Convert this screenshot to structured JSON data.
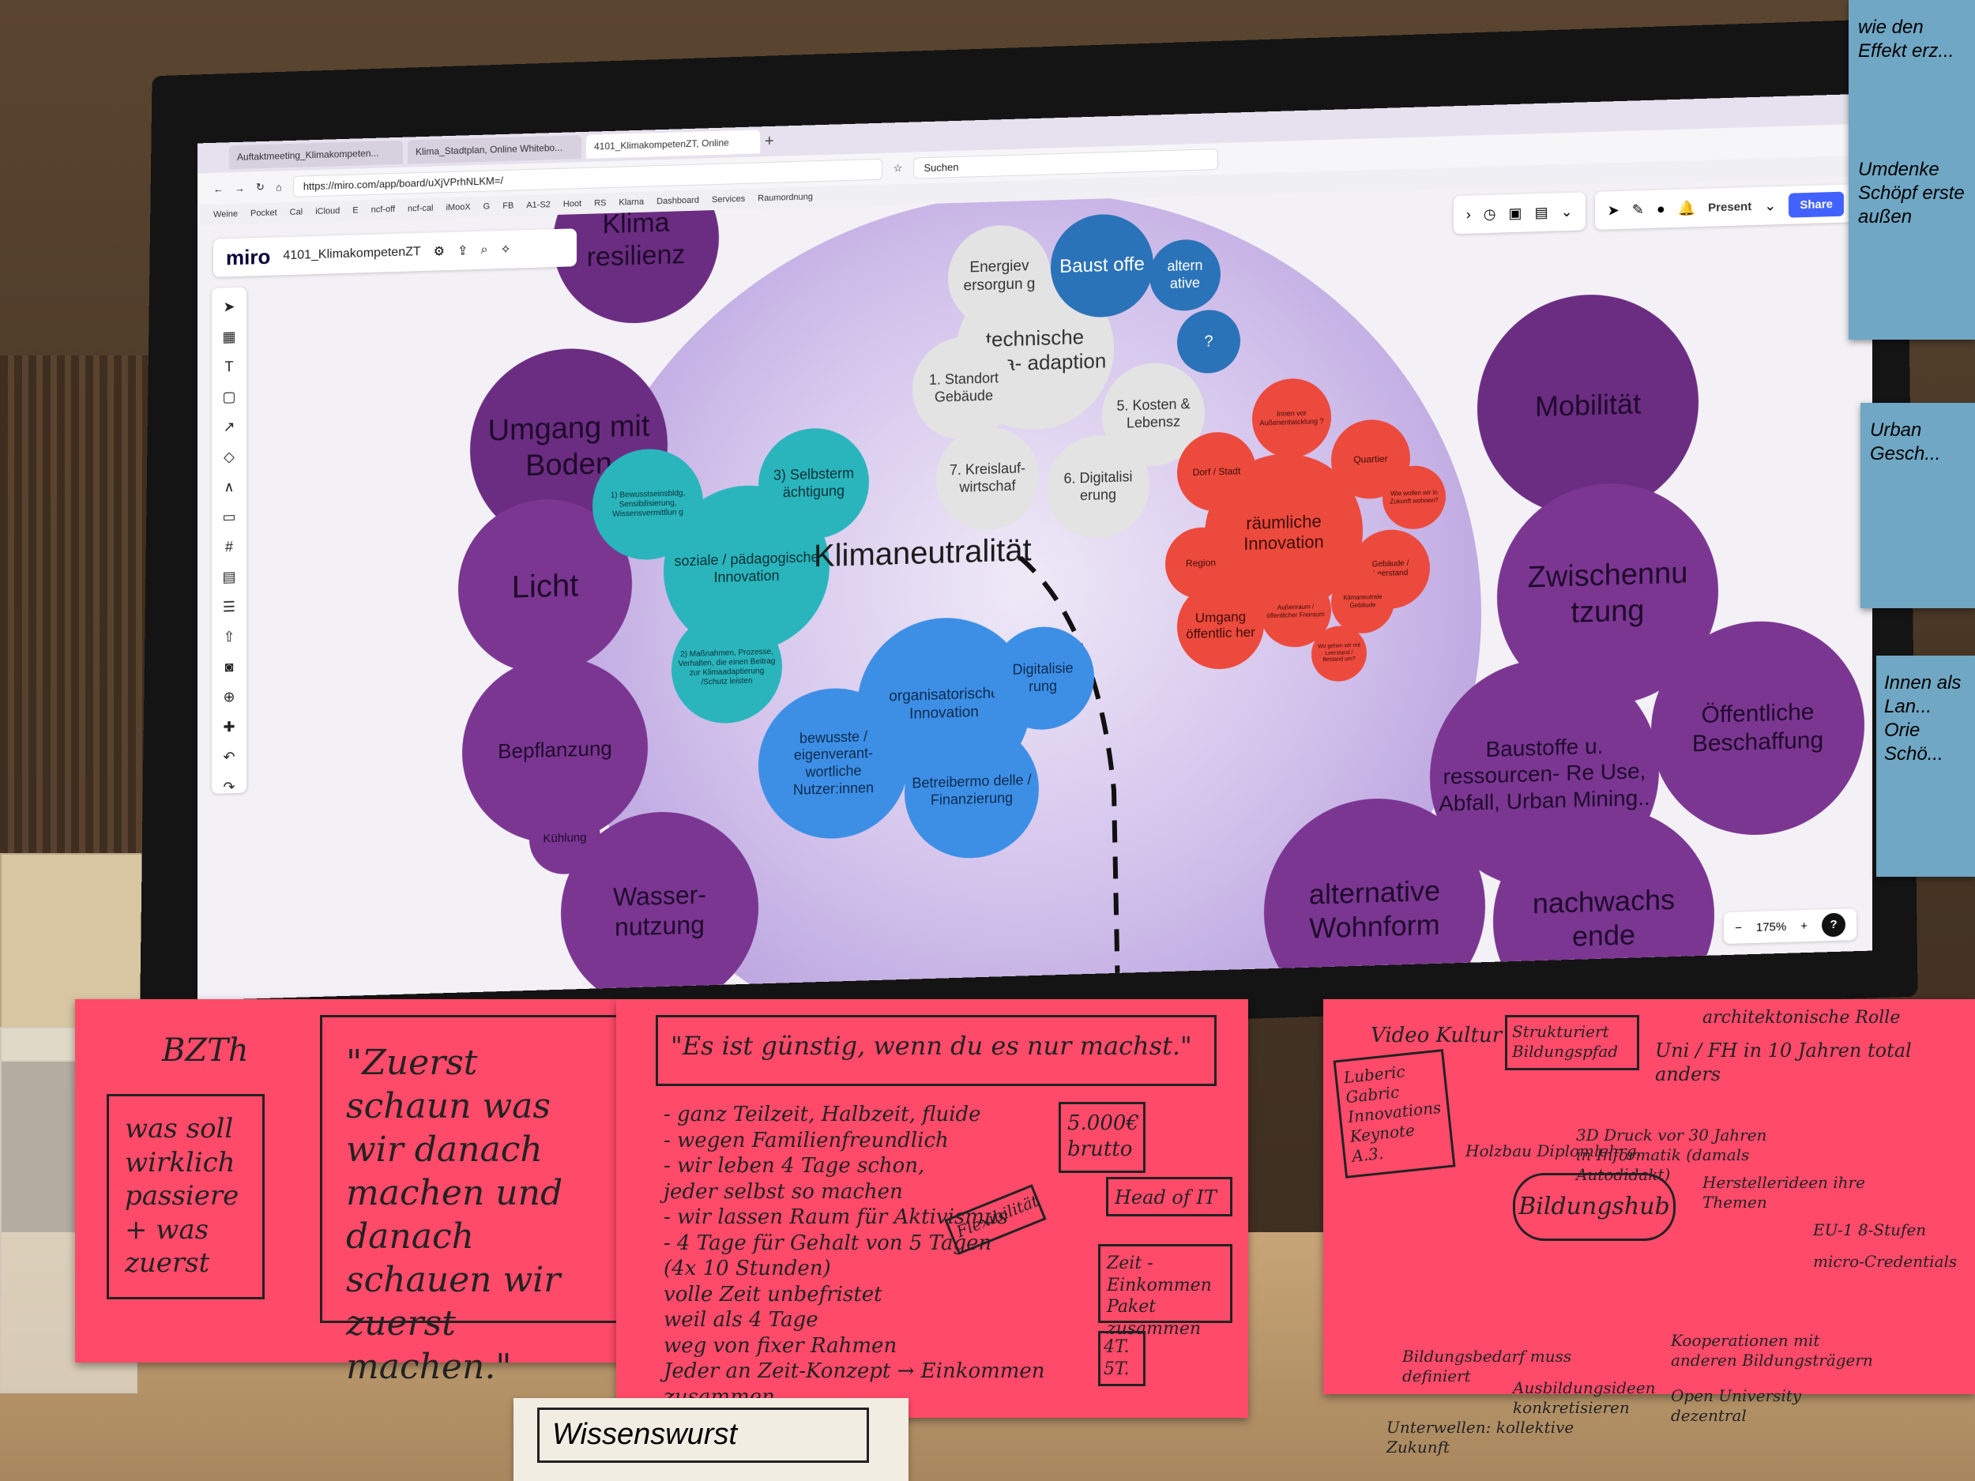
{
  "browser": {
    "tabs": [
      "Auftaktmeeting_Klimakompeten...",
      "Klima_Stadtplan, Online Whitebo...",
      "4101_KlimakompetenZT, Online"
    ],
    "url": "https://miro.com/app/board/uXjVPrhNLKM=/",
    "search_placeholder": "Suchen",
    "bookmarks": [
      "Weine",
      "Pocket",
      "Cal",
      "iCloud",
      "E",
      "ncf-off",
      "ncf-cal",
      "iMooX",
      "G",
      "FB",
      "A1-S2",
      "Hoot",
      "RS",
      "Klarna",
      "Dashboard",
      "Services",
      "Raumordnung"
    ]
  },
  "miro": {
    "logo": "miro",
    "board_name": "4101_KlimakompetenZT",
    "present_label": "Present",
    "share_label": "Share",
    "zoom_level": "175%",
    "zoom_out": "−",
    "zoom_in": "+",
    "help": "?"
  },
  "board": {
    "center_title": "Klimaneutralität",
    "outer_topics": [
      "Klima resilienz",
      "Umgang mit Boden",
      "Licht",
      "Bepflanzung",
      "Wasser- nutzung",
      "Kühlung",
      "Mobilität",
      "Zwischennu tzung",
      "Öffentliche Beschaffung",
      "Baustoffe u. ressourcen- Re Use, Abfall, Urban Mining..",
      "alternative Wohnform",
      "nachwachs ende"
    ],
    "technical": {
      "center": "technische Klima- adaption",
      "items": [
        "Energiev ersorgun g",
        "Baust offe",
        "altern ative",
        "?",
        "1. Standort Gebäude",
        "5. Kosten & Lebensz",
        "7. Kreislauf- wirtschaf",
        "6. Digitalisi erung"
      ]
    },
    "social": {
      "center": "soziale / pädagogische Innovation",
      "items": [
        "1) Bewusstseinsbldg, Sensibilisierung, Wissensvermittlun g",
        "3) Selbsterm ächtigung",
        "2) Maßnahmen, Prozesse, Verhalten, die einen Beitrag zur Klimaadaptierung /Schutz leisten"
      ]
    },
    "spatial": {
      "center": "räumliche Innovation",
      "items": [
        "Innen vor Außenentwicklung ?",
        "Dorf / Stadt",
        "Quartier",
        "Wie wollen wir in Zukunft wohnen?",
        "Region",
        "Gebäude / Leerstand",
        "Umgang öffentlic her",
        "Außenraum / öffentlicher Freiraum",
        "Klimaneutrale Gebäude",
        "Wo gehen wir mit Leerstand / Bestand um?"
      ]
    },
    "organisational": {
      "center": "organisatorische Innovation",
      "items": [
        "Digitalisie rung",
        "bewusste / eigenverant- wortliche Nutzer:innen",
        "Betreibermo delle / Finanzierung"
      ]
    }
  },
  "notes": {
    "note1": {
      "side": "BZTh",
      "box_text": "was soll wirklich passiere + was zuerst",
      "quote": "\"Zuerst schaun was wir danach machen und danach schauen wir zuerst machen.\""
    },
    "note2": {
      "quote": "\"Es ist günstig, wenn du es nur machst.\"",
      "lines": [
        "- ganz Teilzeit, Halbzeit, fluide",
        "- wegen Familienfreundlich",
        "- wir leben 4 Tage schon,",
        "  jeder selbst so machen",
        "- wir lassen Raum für Aktivismus",
        "- 4 Tage für Gehalt von 5 Tagen",
        "  (4x 10 Stunden)",
        "  volle Zeit unbefristet",
        "weil als 4 Tage",
        "weg von fixer Rahmen",
        "Jeder an Zeit-Konzept → Einkommen zusammen"
      ],
      "box1": "5.000€ brutto",
      "box2": "Head of IT",
      "box3": "Flexibilität",
      "box4": "Zeit - Einkommen Paket zusammen",
      "box5": "4T. 5T."
    },
    "note3": {
      "title": "Video Kultur",
      "box1": "Strukturiert Bildungspfad",
      "top_right": "architektonische Rolle",
      "uni": "Uni / FH in 10 Jahren total anders",
      "left_box": "Luberic Gabric Innovations Keynote A.3.",
      "cloud": "Bildungshub",
      "branches": [
        "Holzbau Diplomlehrg.",
        "3D Druck vor 30 Jahren in Informatik (damals Autodidakt)",
        "Herstellerideen ihre Themen",
        "EU-1 8-Stufen",
        "micro-Credentials",
        "Bildungsbedarf muss definiert",
        "Kooperationen mit anderen Bildungsträgern",
        "Ausbildungsideen konkretisieren",
        "Open University dezentral",
        "Unterwellen: kollektive Zukunft"
      ]
    },
    "bottom_note": "Wissenswurst",
    "side_notes": [
      "wie den Effekt erz...",
      "Umdenke Schöpf erste außen",
      "Urban Gesch...",
      "Innen als Lan... Orie Schö..."
    ]
  }
}
